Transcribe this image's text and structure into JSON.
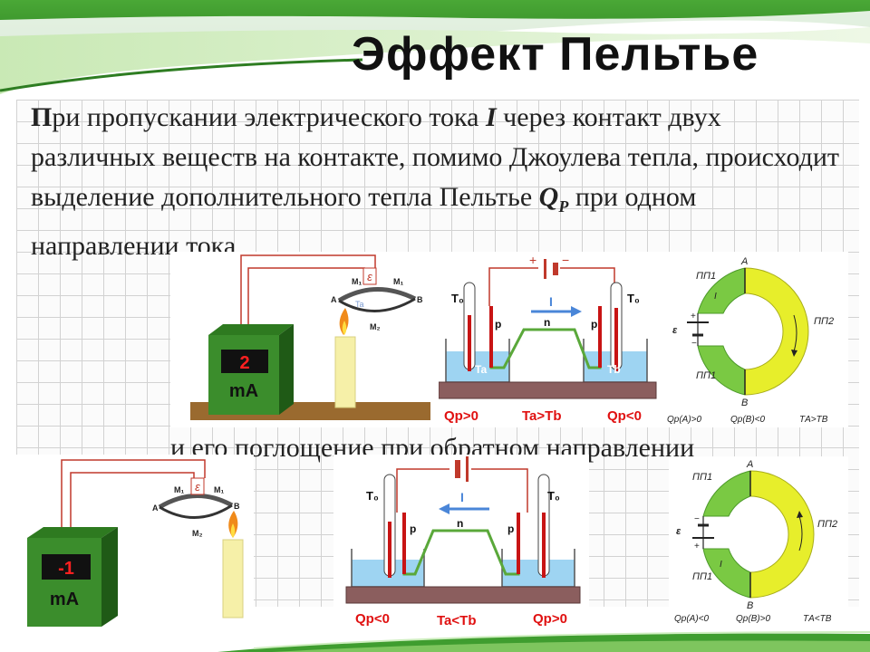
{
  "slide": {
    "title": "Эффект Пельтье",
    "para": {
      "first_bold": "П",
      "text_a": "ри пропускании электрического тока ",
      "current_symbol": "I",
      "text_b": " через контакт двух различных веществ на контакте, помимо Джоулева тепла, происходит выделение дополнительного тепла Пельтье ",
      "q_symbol": "Q",
      "q_sub": "P",
      "text_c": " при одном направлении тока"
    },
    "second_line": "и его поглощение при обратном направлении"
  },
  "meter_top": {
    "reading": "2",
    "unit": "mA"
  },
  "meter_bottom": {
    "reading": "-1",
    "unit": "mA"
  },
  "junction_labels": {
    "m1": "M₁",
    "m2": "M₂",
    "a": "A",
    "b": "B",
    "emf": "ε",
    "ta": "Ta"
  },
  "thermo_top": {
    "t0_left": "T₀",
    "t0_right": "T₀",
    "p": "p",
    "n": "n",
    "current": "I",
    "ta": "Ta",
    "tb": "Tb",
    "qp_left": "Qp>0",
    "temp_rel": "Ta>Tb",
    "qp_right": "Qp<0",
    "plus": "+",
    "minus": "−"
  },
  "thermo_bottom": {
    "t0_left": "T₀",
    "t0_right": "T₀",
    "p": "p",
    "n": "n",
    "current": "I",
    "qp_left": "Qp<0",
    "temp_rel": "Ta<Tb",
    "qp_right": "Qp>0"
  },
  "ring_top": {
    "pp1_top": "ПП1",
    "pp1_bottom": "ПП1",
    "pp2": "ПП2",
    "a": "A",
    "b": "B",
    "emf": "ε",
    "plus": "+",
    "minus": "−",
    "i": "I",
    "caption_a": "Qр(А)>0",
    "caption_b": "Qр(В)<0",
    "caption_t": "TА>TВ"
  },
  "ring_bottom": {
    "pp1_top": "ПП1",
    "pp1_bottom": "ПП1",
    "pp2": "ПП2",
    "a": "A",
    "b": "B",
    "emf": "ε",
    "plus": "+",
    "minus": "−",
    "i": "I",
    "caption_a": "Qр(А)<0",
    "caption_b": "Qр(В)>0",
    "caption_t": "TА<TВ"
  },
  "colors": {
    "banner_green": "#3f9d2f",
    "meter_green": "#3b8d2c",
    "ring_green": "#7ac943",
    "ring_yellow": "#e7ee2b",
    "water": "#9ed4f2",
    "base": "#8b5e5e",
    "red_label": "#e01010",
    "wire_red": "#c0392b",
    "n_wire": "#5aa83a"
  }
}
